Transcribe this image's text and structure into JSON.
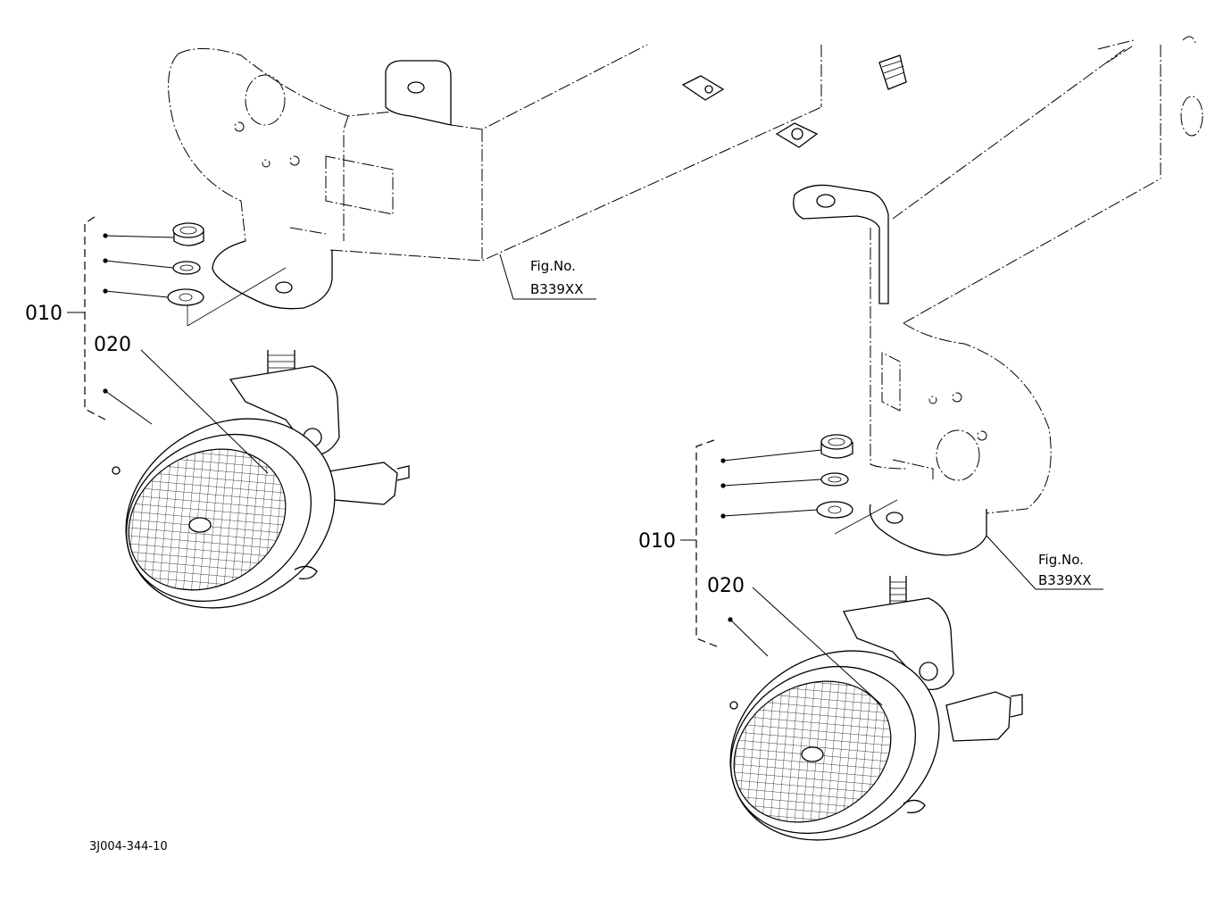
{
  "drawing_code": "3J004-344-10",
  "assemblies": [
    {
      "part_010": "010",
      "part_020": "020",
      "fig_ref_label": "Fig.No.",
      "fig_ref_number": "B339XX"
    },
    {
      "part_010": "010",
      "part_020": "020",
      "fig_ref_label": "Fig.No.",
      "fig_ref_number": "B339XX"
    }
  ]
}
